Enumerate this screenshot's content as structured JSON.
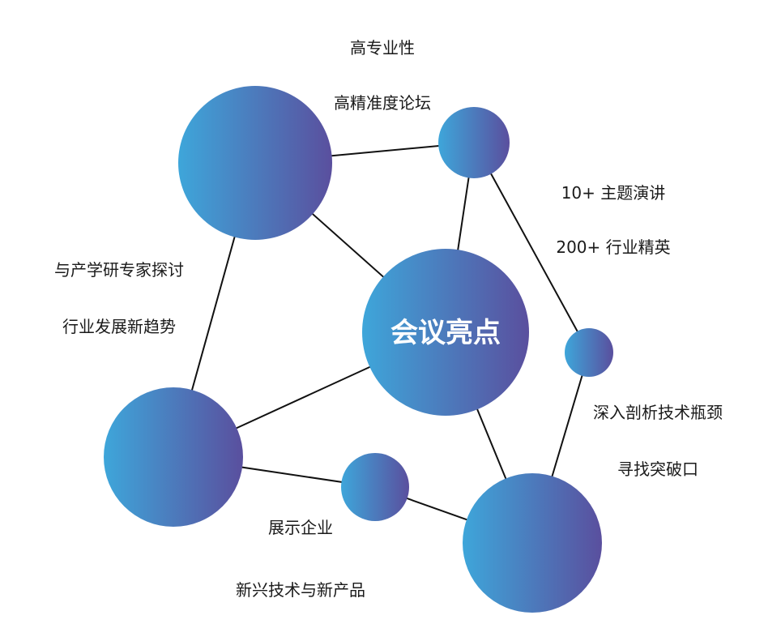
{
  "colors": {
    "gradient_start": "#3ea6da",
    "gradient_end": "#5a4f9e",
    "edge": "#111111",
    "text": "#1a1a1a",
    "center_text": "#ffffff"
  },
  "center": {
    "title": "会议亮点"
  },
  "highlights": {
    "forum": {
      "line1": "高专业性",
      "line2": "高精准度论坛"
    },
    "speeches": {
      "line1": "10+  主题演讲",
      "line2": "200+  行业精英"
    },
    "experts": {
      "line1": "与产学研专家探讨",
      "line2": "行业发展新趋势"
    },
    "bottleneck": {
      "line1": "深入剖析技术瓶颈",
      "line2": "寻找突破口"
    },
    "products": {
      "line1": "展示企业",
      "line2": "新兴技术与新产品"
    }
  }
}
